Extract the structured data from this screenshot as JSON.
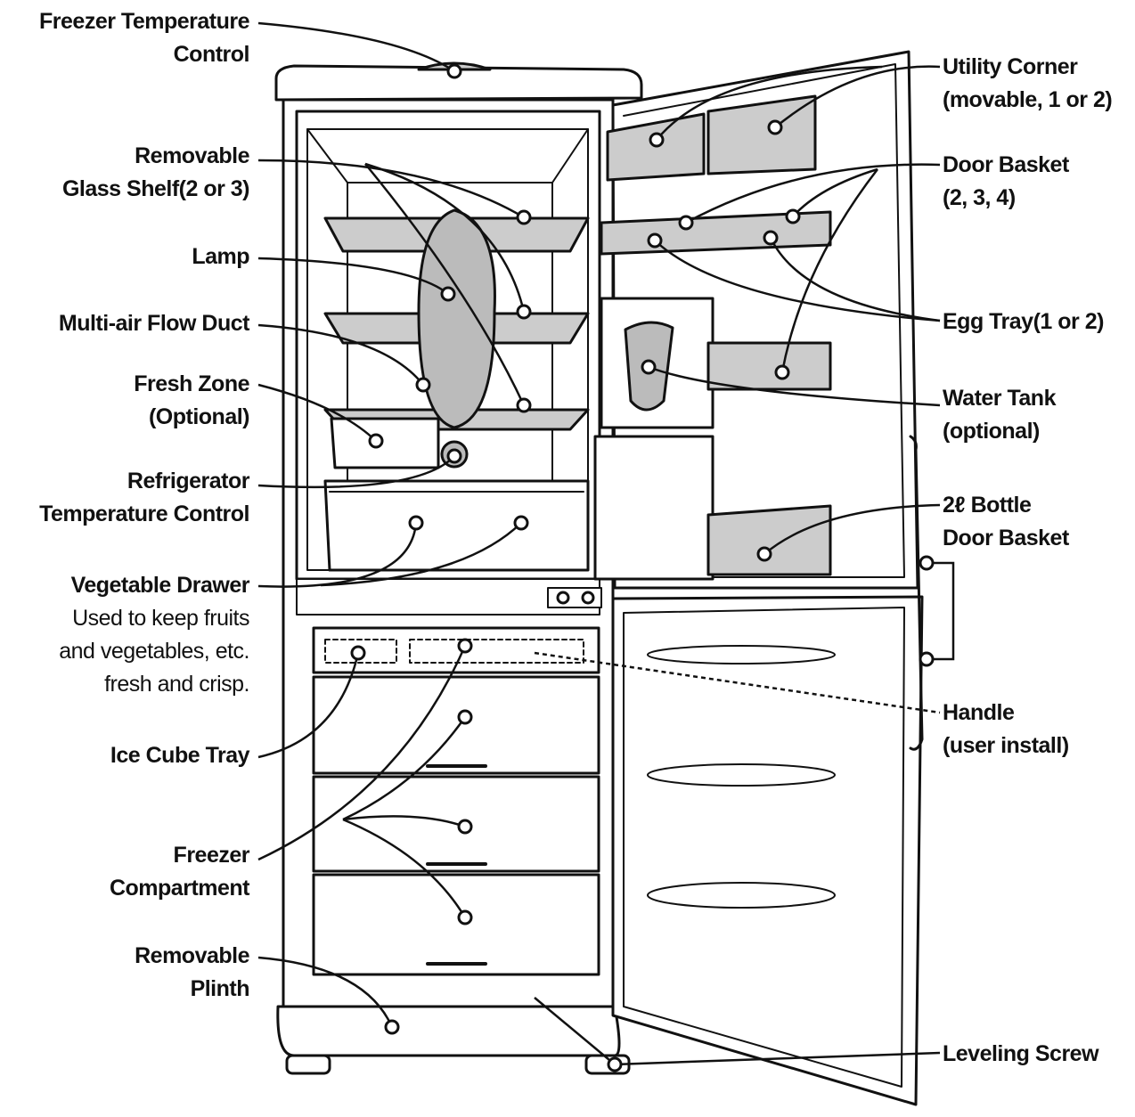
{
  "labels": {
    "freezer_temp_control": [
      "Freezer Temperature",
      "Control"
    ],
    "glass_shelf": [
      "Removable",
      "Glass Shelf(2 or 3)"
    ],
    "lamp": [
      "Lamp"
    ],
    "air_duct": [
      "Multi-air Flow Duct"
    ],
    "fresh_zone": [
      "Fresh Zone",
      "(Optional)"
    ],
    "fridge_temp_control": [
      "Refrigerator",
      "Temperature Control"
    ],
    "vegetable_drawer": [
      "Vegetable Drawer"
    ],
    "vegetable_desc": [
      "Used to keep fruits",
      "and vegetables, etc.",
      "fresh and crisp."
    ],
    "ice_cube_tray": [
      "Ice Cube Tray"
    ],
    "freezer_compartment": [
      "Freezer",
      "Compartment"
    ],
    "plinth": [
      "Removable",
      "Plinth"
    ],
    "utility_corner": [
      "Utility Corner",
      "(movable, 1 or 2)"
    ],
    "door_basket": [
      "Door Basket",
      "(2, 3, 4)"
    ],
    "egg_tray": [
      "Egg Tray(1 or 2)"
    ],
    "water_tank": [
      "Water Tank",
      "(optional)"
    ],
    "bottle_basket": [
      "2ℓ Bottle",
      "Door Basket"
    ],
    "handle": [
      "Handle",
      "(user install)"
    ],
    "leveling_screw": [
      "Leveling Screw"
    ]
  }
}
